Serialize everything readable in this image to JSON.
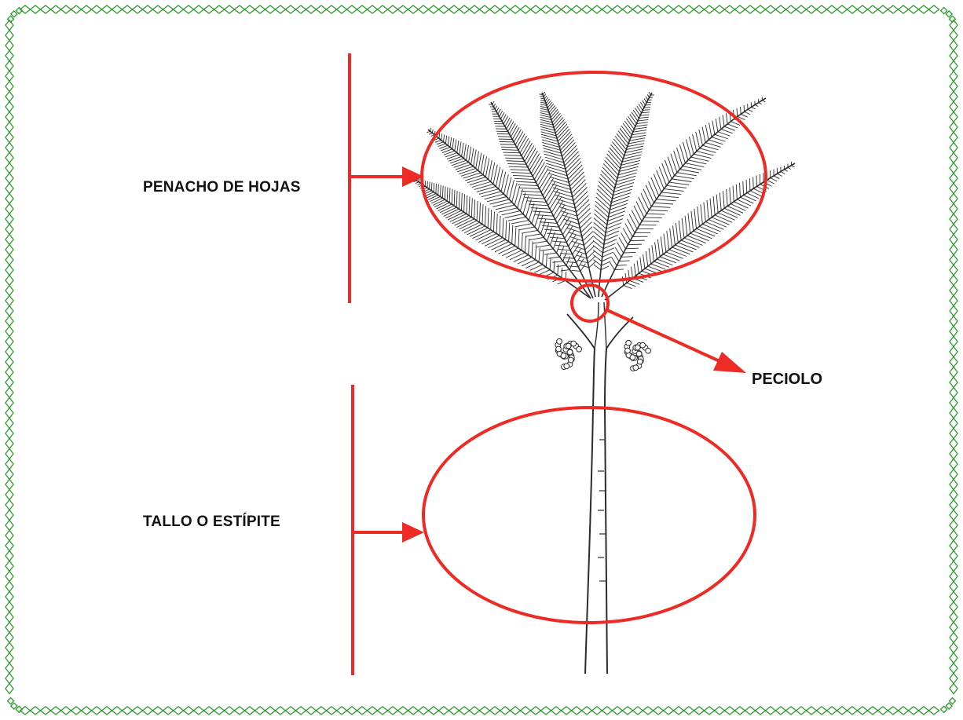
{
  "diagram": {
    "labels": {
      "crown": "PENACHO DE HOJAS",
      "petiole": "PECIOLO",
      "stem": "TALLO O ESTÍPITE"
    },
    "colors": {
      "annotation": "#ee2a24",
      "border": "#2e9a2e",
      "drawing": "#2b2b2b",
      "text": "#111111"
    }
  }
}
